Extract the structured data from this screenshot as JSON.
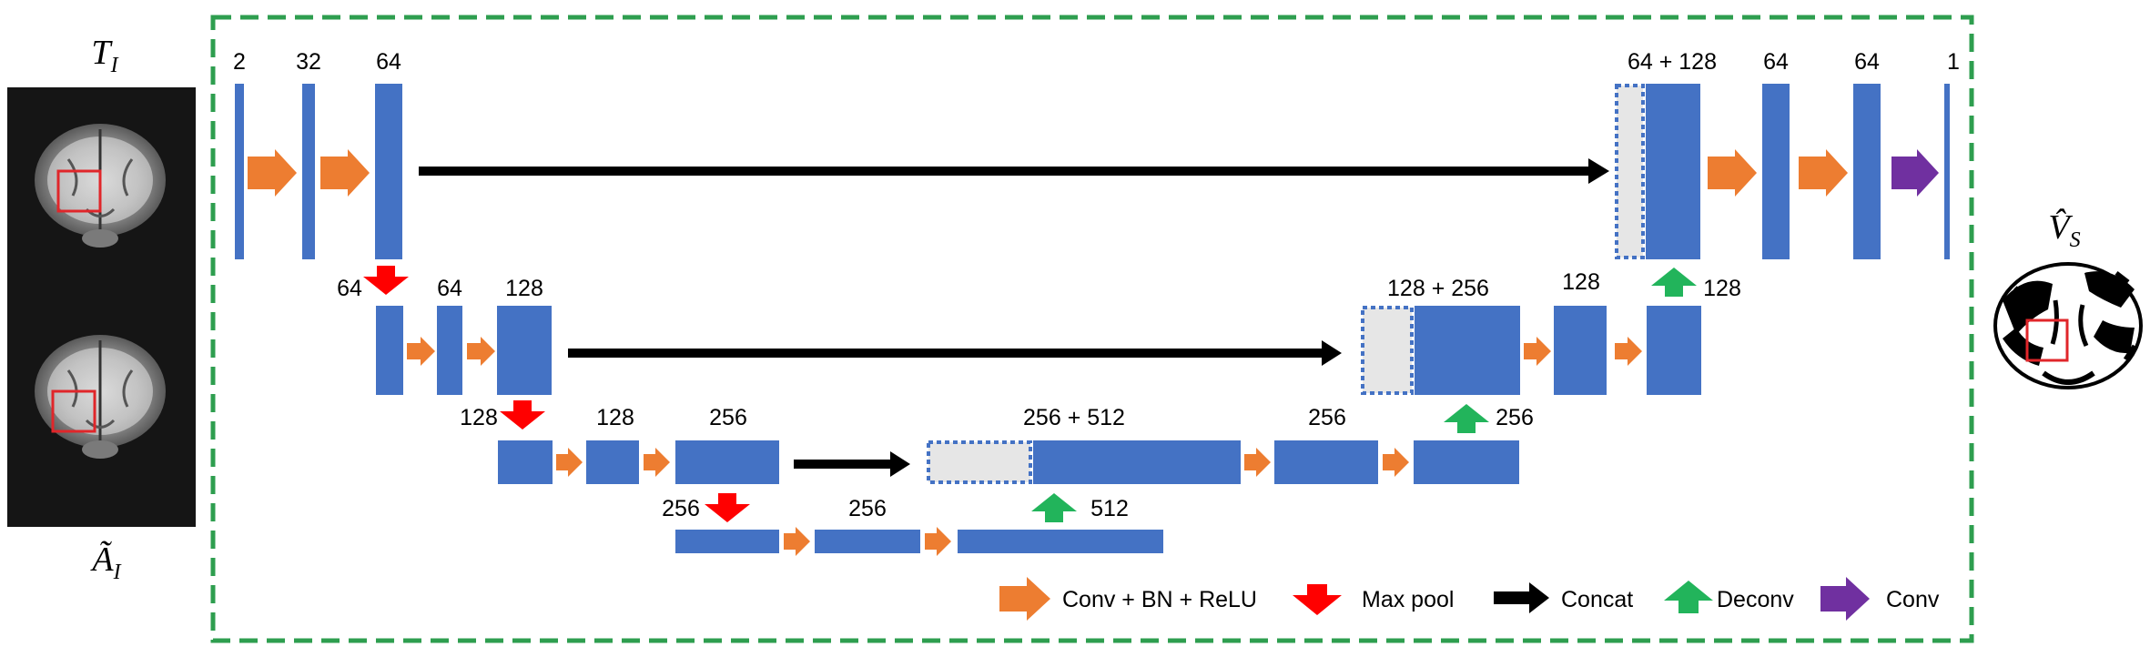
{
  "inputs": {
    "top_label": "T",
    "top_label_sub": "I",
    "bottom_label": "Ã",
    "bottom_label_sub": "I"
  },
  "output": {
    "label": "V̂",
    "label_sub": "S"
  },
  "levels": {
    "l0": {
      "in": "2",
      "c1": "32",
      "c2": "64",
      "concat": "64 + 128",
      "d1": "64",
      "d2": "64",
      "out": "1"
    },
    "l1": {
      "pool": "64",
      "c1": "64",
      "c2": "128",
      "concat": "128 + 256",
      "d1": "128",
      "deconv": "128"
    },
    "l2": {
      "pool": "128",
      "c1": "128",
      "c2": "256",
      "concat": "256 + 512",
      "d1": "256",
      "deconv": "256"
    },
    "l3": {
      "pool": "256",
      "c1": "256",
      "deconv": "512"
    }
  },
  "legend": {
    "conv_bn_relu": "Conv + BN + ReLU",
    "max_pool": "Max pool",
    "concat": "Concat",
    "deconv": "Deconv",
    "conv": "Conv"
  },
  "colors": {
    "block": "#4472c4",
    "skip_block": "#e6e6e6",
    "conv_arrow": "#ed7d31",
    "pool_arrow": "#ff0000",
    "concat_arrow": "#000000",
    "deconv_arrow": "#22b45b",
    "out_conv_arrow": "#7030a0",
    "frame": "#2e9e4f"
  }
}
